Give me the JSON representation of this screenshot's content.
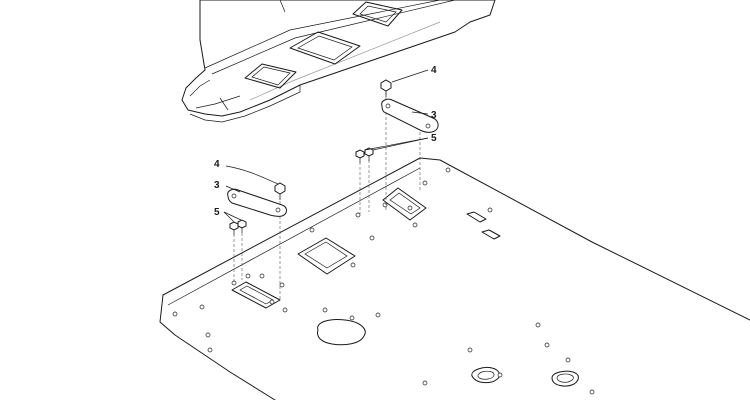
{
  "callouts": {
    "upper_bracket": "3",
    "upper_bolt": "4",
    "upper_screws": "5",
    "lower_bolt": "4",
    "lower_bracket": "3",
    "lower_screws": "5"
  }
}
